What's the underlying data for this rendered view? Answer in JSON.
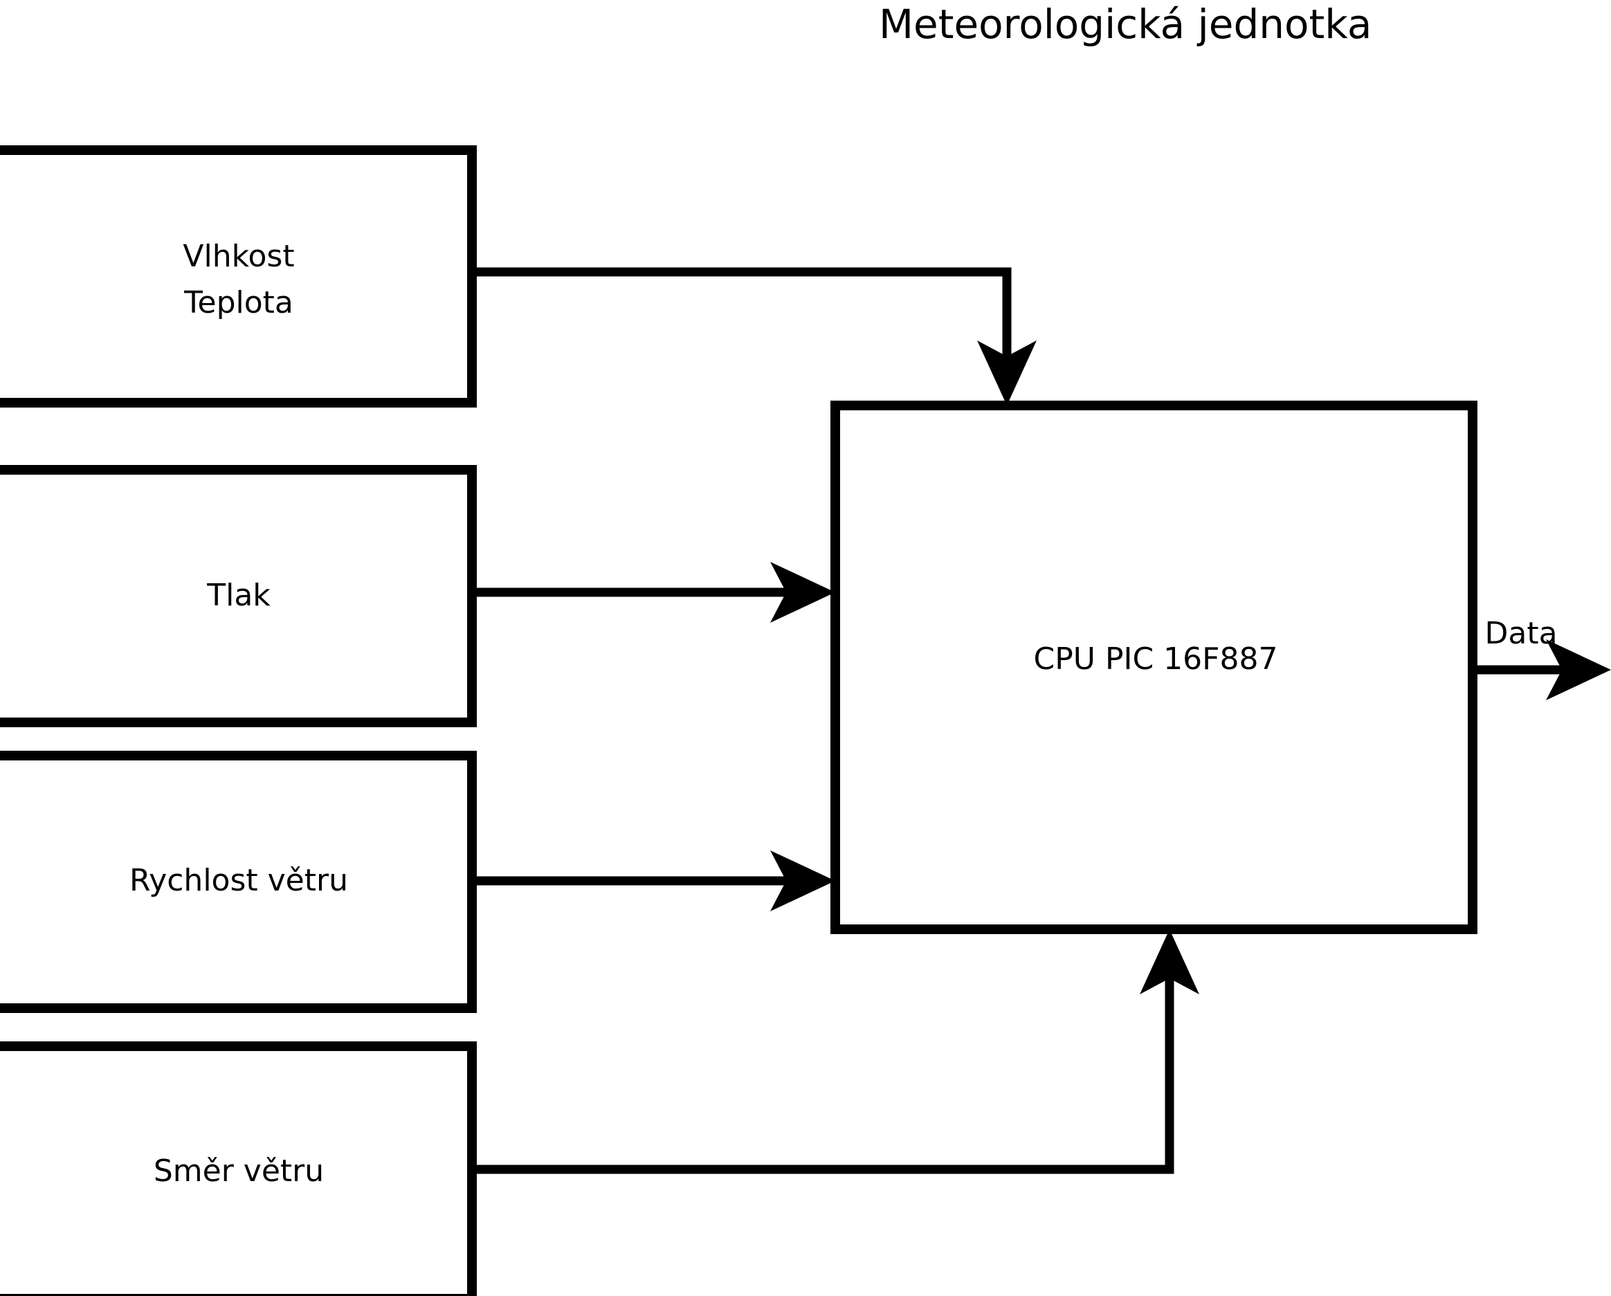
{
  "diagram": {
    "title": "Meteorologická jednotka",
    "blocks": [
      {
        "id": "humidity-temperature",
        "lines": [
          "Vlhkost",
          "Teplota"
        ]
      },
      {
        "id": "pressure",
        "lines": [
          "Tlak"
        ]
      },
      {
        "id": "wind-speed",
        "lines": [
          "Rychlost větru"
        ]
      },
      {
        "id": "wind-direction",
        "lines": [
          "Směr větru"
        ]
      }
    ],
    "cpu": {
      "id": "cpu",
      "label": "CPU PIC 16F887"
    },
    "output": {
      "id": "data-output",
      "label": "Data"
    },
    "colors": {
      "stroke": "#000000",
      "fill": "#ffffff",
      "background": "#ffffff"
    }
  }
}
